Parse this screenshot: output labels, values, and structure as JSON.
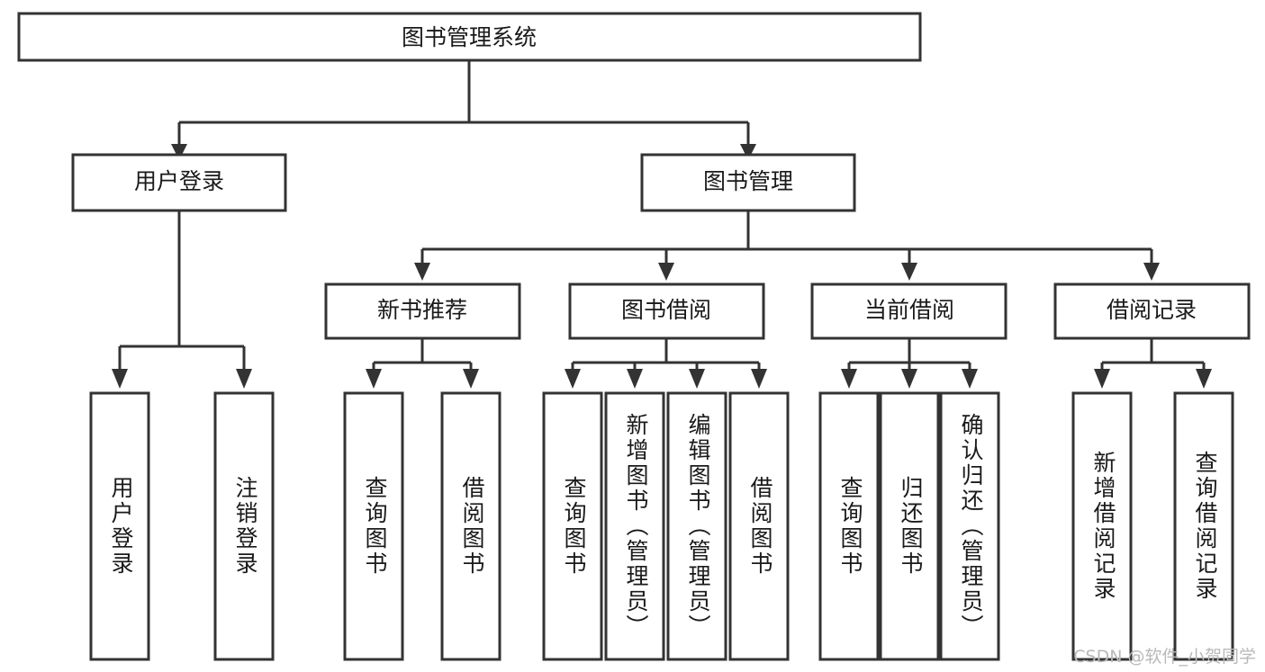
{
  "diagram": {
    "title": "图书管理系统",
    "type": "tree-hierarchy",
    "watermark": "CSDN @软件_小贺同学",
    "colors": {
      "stroke": "#333333",
      "fill": "#ffffff",
      "text": "#1a1a1a",
      "watermark": "#b9b9b9"
    },
    "root": {
      "label": "图书管理系统"
    },
    "level2": [
      {
        "label": "用户登录"
      },
      {
        "label": "图书管理"
      }
    ],
    "level3": [
      {
        "label": "新书推荐"
      },
      {
        "label": "图书借阅"
      },
      {
        "label": "当前借阅"
      },
      {
        "label": "借阅记录"
      }
    ],
    "leaves": {
      "user_login": [
        {
          "label": "用户登录"
        },
        {
          "label": "注销登录"
        }
      ],
      "new_book_recommend": [
        {
          "label": "查询图书"
        },
        {
          "label": "借阅图书"
        }
      ],
      "book_borrow": [
        {
          "label": "查询图书"
        },
        {
          "label": "新增图书（管理员）"
        },
        {
          "label": "编辑图书（管理员）"
        },
        {
          "label": "借阅图书"
        }
      ],
      "current_borrow": [
        {
          "label": "查询图书"
        },
        {
          "label": "归还图书"
        },
        {
          "label": "确认归还（管理员）"
        }
      ],
      "borrow_records": [
        {
          "label": "新增借阅记录"
        },
        {
          "label": "查询借阅记录"
        }
      ]
    }
  }
}
